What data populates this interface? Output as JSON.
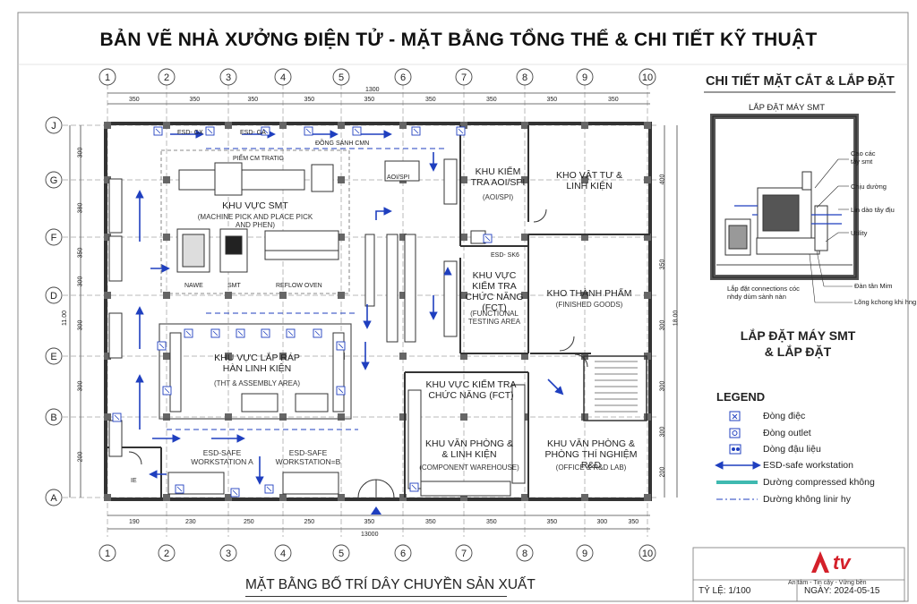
{
  "title": "BẢN VẼ NHÀ XƯỞNG ĐIỆN TỬ - MẶT BẰNG TỔNG THỂ & CHI TIẾT KỸ THUẬT",
  "plan_title": "MẶT BẰNG BỐ TRÍ DÂY CHUYỀN SẢN XUẤT",
  "grid": {
    "columns": [
      "1",
      "2",
      "3",
      "4",
      "5",
      "6",
      "7",
      "8",
      "9",
      "10"
    ],
    "rows": [
      "J",
      "G",
      "F",
      "D",
      "E",
      "B",
      "A"
    ],
    "top_dims": [
      "350",
      "350",
      "350",
      "350",
      "350",
      "350",
      "350",
      "350",
      "350"
    ],
    "bottom_dims": [
      "190",
      "230",
      "250",
      "250",
      "350",
      "350",
      "350",
      "350",
      "300",
      "350"
    ],
    "total_top": "1300",
    "total_bottom": "13000",
    "left_dims": [
      "300",
      "380",
      "350",
      "300",
      "300",
      "300",
      "200"
    ],
    "right_dims": [
      "400",
      "350",
      "300",
      "300",
      "300",
      "200"
    ],
    "left_total": "11.00",
    "right_total": "18.00"
  },
  "zones": {
    "smt": {
      "name": "KHU VỰC SMT",
      "sub": "(MACHINE PICK AND PLACE PICK AND PHEN)"
    },
    "assembly": {
      "name": "KHU VỰC LẮP RÁP HÀN LINH KIỆN",
      "sub": "(THT & ASSEMBLY AREA)"
    },
    "aoi": {
      "name": "KHU KIỂM TRA AOI/SPI",
      "sub": "(AOI/SPI)"
    },
    "fct1": {
      "name": "KHU VỰC KIỂM TRA CHỨC NĂNG (FCT)",
      "sub": "(FUNCTIONAL TESTING AREA"
    },
    "materials": {
      "name": "KHO VẬT TƯ & LINH KIỆN"
    },
    "finished": {
      "name": "KHO THÀNH PHẨM",
      "sub": "(FINISHED GOODS)"
    },
    "fct2": {
      "name": "KHU VỰC KIỂM TRA CHỨC NĂNG (FCT)"
    },
    "office_wh": {
      "name": "KHU VĂN PHÒNG & & LINH KIỆN",
      "sub": "(COMPONENT WAREHOUSE)"
    },
    "office_rd": {
      "name": "KHU VĂN PHÒNG & PHÒNG THÍ NGHIỆM R&D",
      "sub": "(OFFICE & R&D LAB)"
    },
    "esd_a": {
      "name": "ESD-SAFE WORKSTATION A"
    },
    "esd_b": {
      "name": "ESD-SAFE WORKSTATION=B"
    }
  },
  "equipment": {
    "esd_gx": "ESD- GX",
    "esd_ga": "ESD- GA",
    "esd_sk": "ESD- SK6",
    "dong_sanh": "ĐỒNG SÁNH CMN",
    "piem": "PIỂM CM TRATIG",
    "aoi_spi": "AOI/SPI",
    "nawe": "NAWE",
    "smt": "SMT",
    "reflow": "REFLOW OVEN",
    "ie": "IE"
  },
  "detail": {
    "title": "CHI TIẾT MẶT CẮT & LẮP ĐẶT",
    "subtitle": "LẮP ĐẶT MÁY SMT",
    "callouts": [
      "Cao các tây smt",
      "Chịu dường",
      "Lin dào tây địu",
      "Utility",
      "Đàn tân Mim",
      "Lõng kchong khi hng"
    ],
    "left_note": "Lắp đặt connections cóc nhdy dùm sành nàn",
    "caption": "LẮP ĐẶT MÁY SMT & LẮP ĐẶT"
  },
  "legend": {
    "title": "LEGEND",
    "items": [
      "Đòng điệc",
      "Đòng outlet",
      "Dòng đậu liệu",
      "ESD-safe workstation",
      "Dường compressed không",
      "Dường không linir hy"
    ]
  },
  "footer": {
    "scale": "TỶ LỆ: 1/100",
    "date": "NGÀY: 2024-05-15",
    "logo_text": "tv",
    "slogan": "An tâm - Tin cậy - Vững bền"
  },
  "colors": {
    "accent": "#1f3fbf",
    "teal": "#3fb9b0",
    "logo_red": "#d4202a"
  }
}
